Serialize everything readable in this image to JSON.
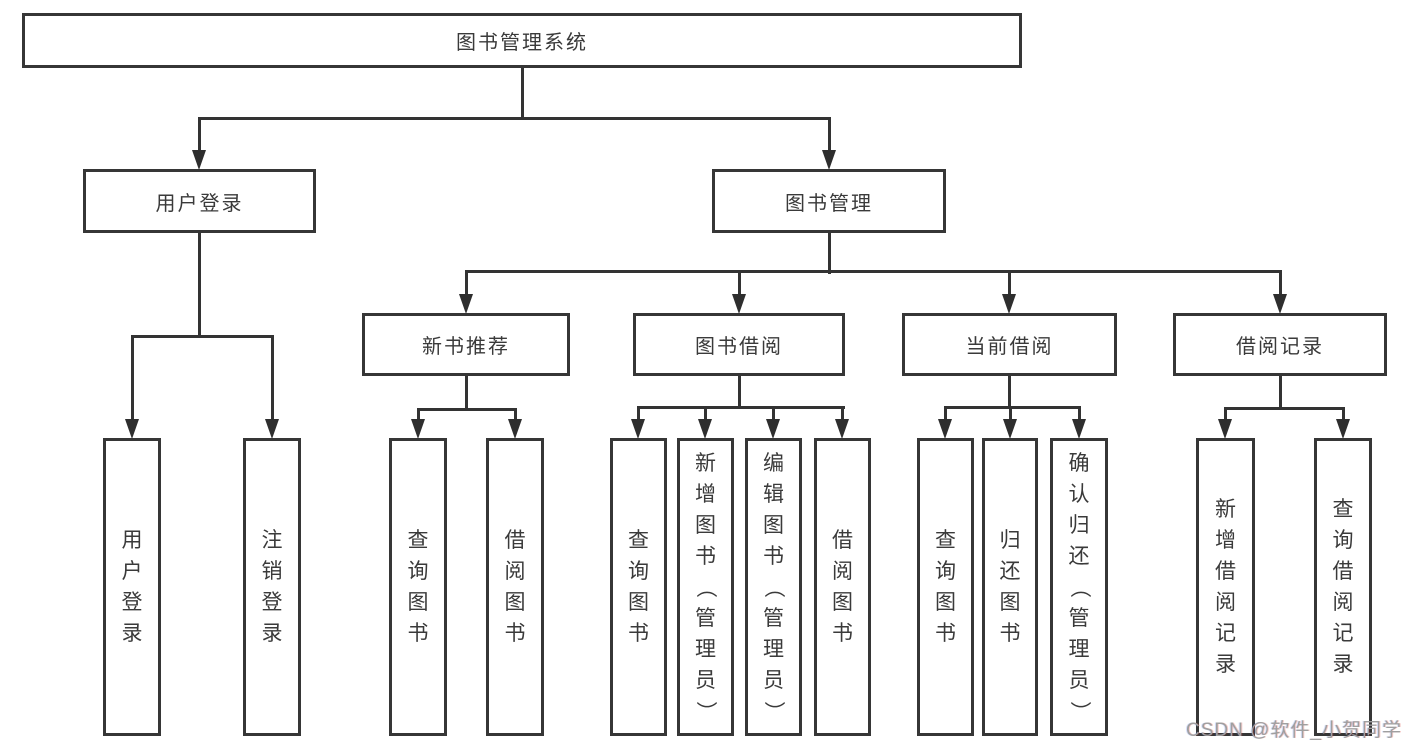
{
  "tree": {
    "label": "图书管理系统",
    "children": [
      {
        "label": "用户登录",
        "children": [
          {
            "label": "用户登录"
          },
          {
            "label": "注销登录"
          }
        ]
      },
      {
        "label": "图书管理",
        "children": [
          {
            "label": "新书推荐",
            "children": [
              {
                "label": "查询图书"
              },
              {
                "label": "借阅图书"
              }
            ]
          },
          {
            "label": "图书借阅",
            "children": [
              {
                "label": "查询图书"
              },
              {
                "label": "新增图书（管理员）"
              },
              {
                "label": "编辑图书（管理员）"
              },
              {
                "label": "借阅图书"
              }
            ]
          },
          {
            "label": "当前借阅",
            "children": [
              {
                "label": "查询图书"
              },
              {
                "label": "归还图书"
              },
              {
                "label": "确认归还（管理员）"
              }
            ]
          },
          {
            "label": "借阅记录",
            "children": [
              {
                "label": "新增借阅记录"
              },
              {
                "label": "查询借阅记录"
              }
            ]
          }
        ]
      }
    ]
  },
  "watermark": {
    "text": "CSDN @软件_小贺同学"
  },
  "colors": {
    "line": "#333333",
    "text": "#3a3a3a",
    "watermark": "#9f9f9f",
    "background": "#ffffff"
  }
}
